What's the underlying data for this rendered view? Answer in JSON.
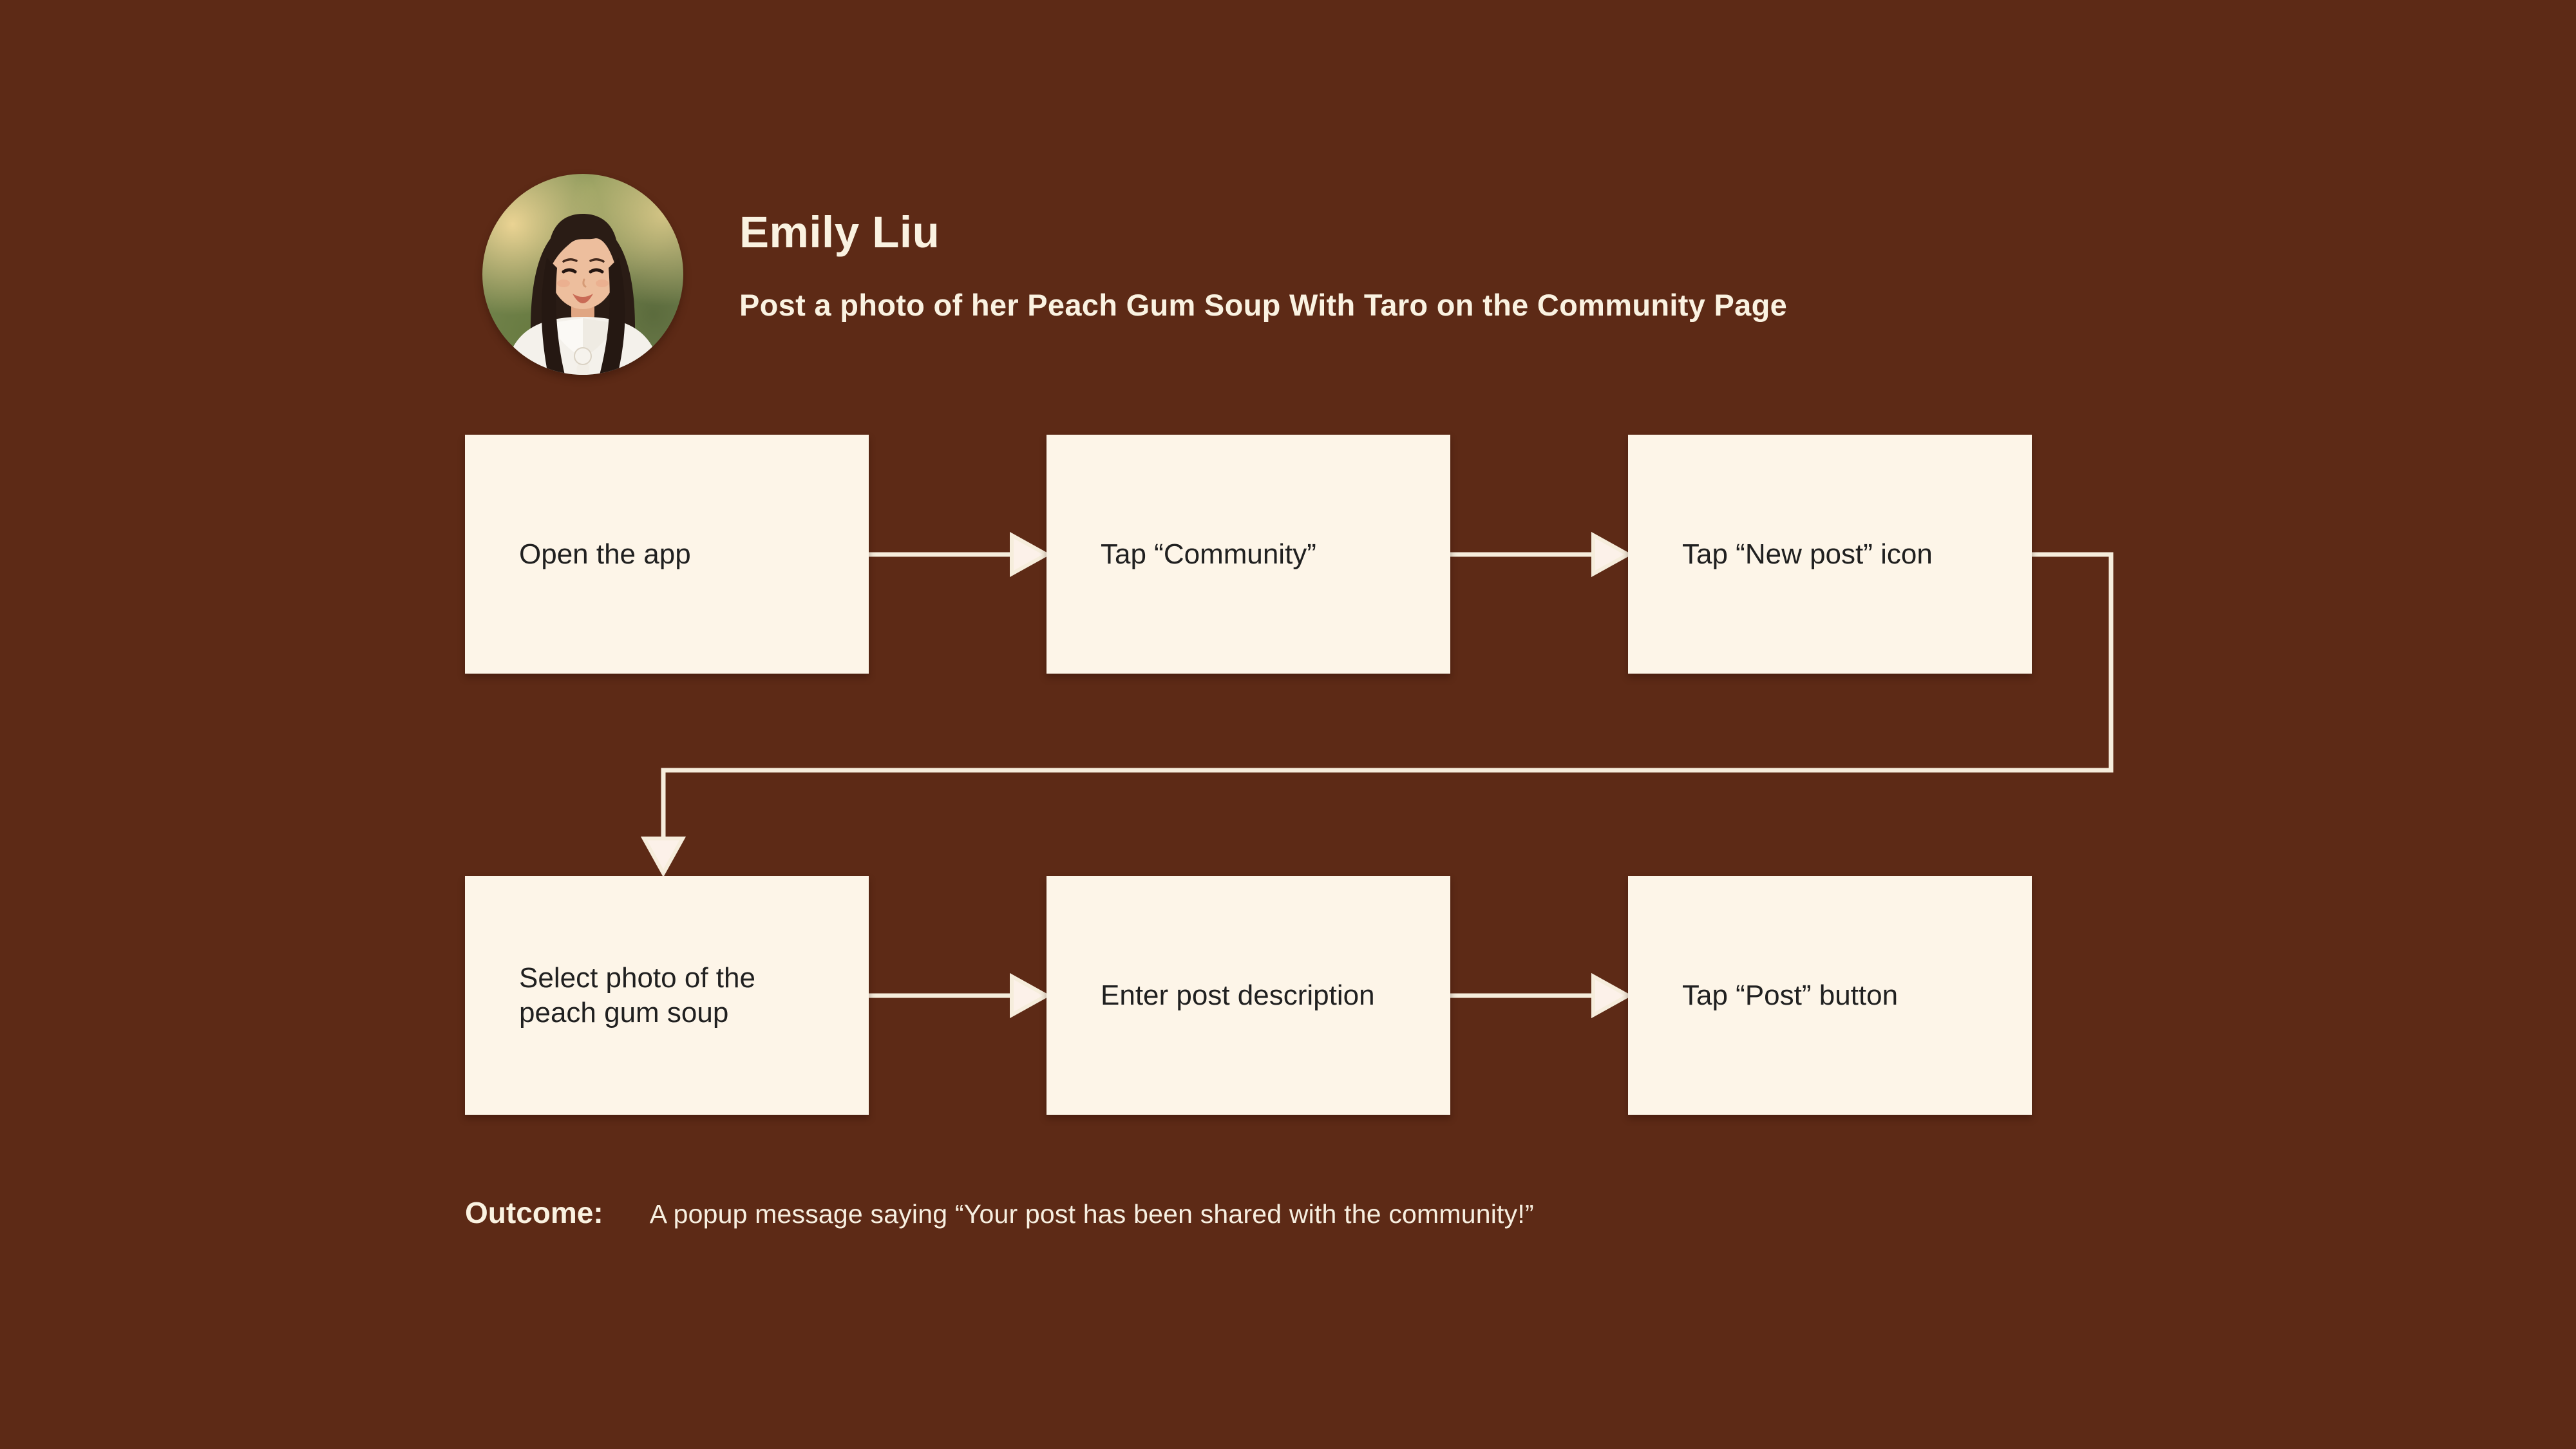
{
  "colors": {
    "bg": "#5D2A16",
    "box-fill": "#FDF5E8",
    "box-text": "#202020",
    "cream": "#FAF2E1",
    "cream-soft": "#F7EFE0",
    "line": "#F6EDDC",
    "arrow-fill": "#FCF1E9"
  },
  "header": {
    "name": "Emily Liu",
    "task": "Post a photo of her Peach Gum Soup With Taro on the Community Page",
    "avatar_alt": "portrait of Emily Liu"
  },
  "flow": {
    "steps": [
      {
        "id": "open-app",
        "label": "Open the app"
      },
      {
        "id": "tap-community",
        "label": "Tap “Community”"
      },
      {
        "id": "tap-new-post",
        "label": "Tap “New post” icon"
      },
      {
        "id": "select-photo",
        "label": "Select photo of the peach gum soup"
      },
      {
        "id": "enter-description",
        "label": "Enter post description"
      },
      {
        "id": "tap-post",
        "label": "Tap “Post” button"
      }
    ]
  },
  "outcome": {
    "label": "Outcome:",
    "text": "A popup message saying “Your post has been shared with the community!”"
  }
}
